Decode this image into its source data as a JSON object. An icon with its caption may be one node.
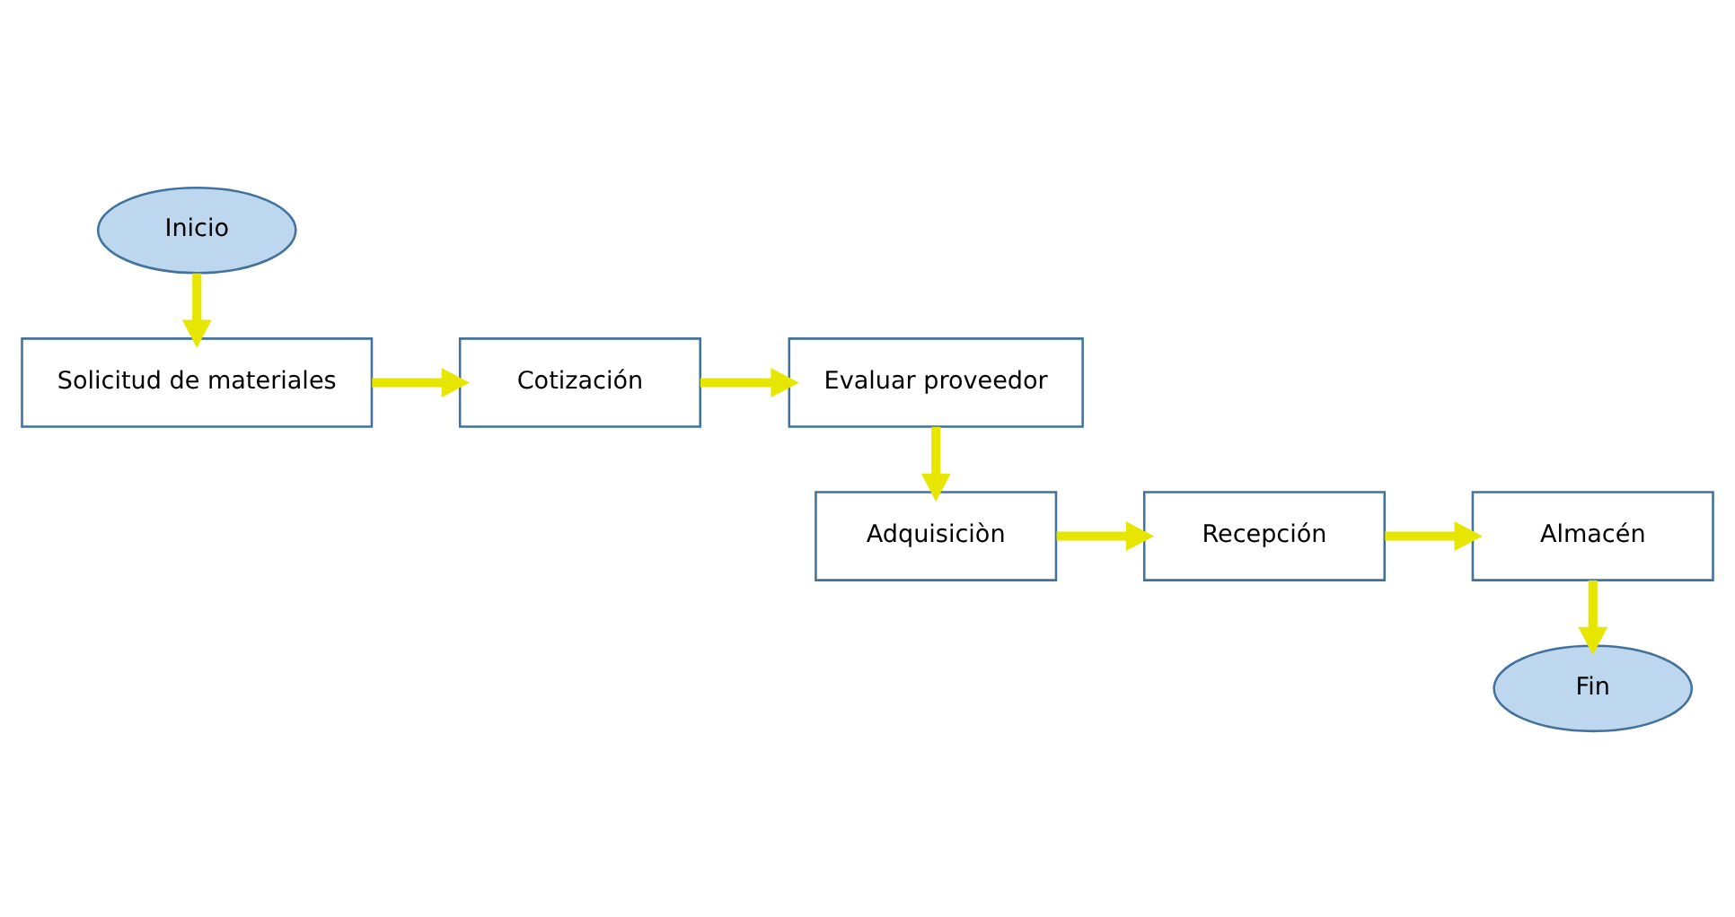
{
  "diagram": {
    "nodes": [
      {
        "text": [
          "Inicio"
        ]
      },
      {
        "text": [
          "Solicitud de materiales"
        ]
      },
      {
        "text": [
          "Cotización"
        ]
      },
      {
        "text": [
          "Evaluar proveedor"
        ]
      },
      {
        "text": [
          "Adquisiciòn"
        ]
      },
      {
        "text": [
          "Recepción"
        ]
      },
      {
        "text": [
          "Almacén"
        ]
      },
      {
        "text": [
          "Fin"
        ]
      }
    ],
    "edges": [
      {
        "from": 0,
        "to": 1,
        "arrow": "to"
      },
      {
        "from": 1,
        "to": 2,
        "arrow": "to"
      },
      {
        "from": 2,
        "to": 3,
        "arrow": "to"
      },
      {
        "from": 3,
        "to": 4,
        "arrow": "to"
      },
      {
        "from": 4,
        "to": 5,
        "arrow": "to"
      },
      {
        "from": 5,
        "to": 6,
        "arrow": "to"
      },
      {
        "from": 6,
        "to": 7,
        "arrow": "to"
      }
    ]
  }
}
